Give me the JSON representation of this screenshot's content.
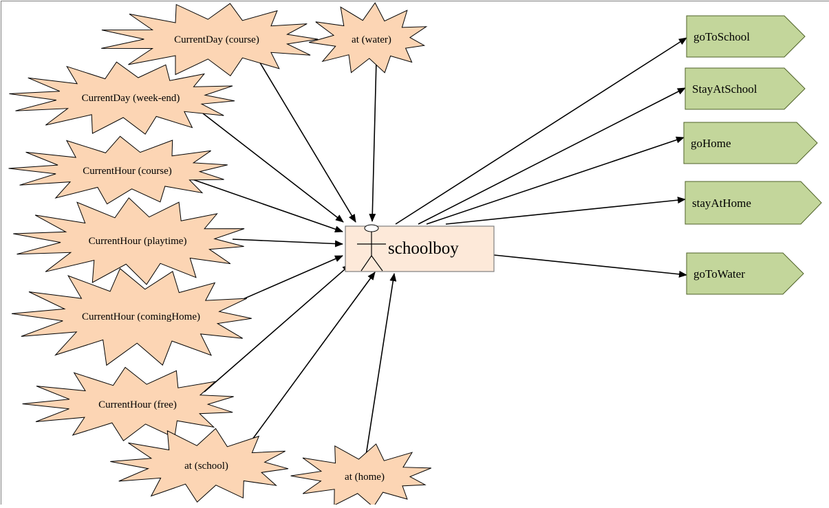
{
  "agent": {
    "label": "schoolboy"
  },
  "events": [
    {
      "id": "currentday-course",
      "label": "CurrentDay (course)"
    },
    {
      "id": "at-water",
      "label": "at (water)"
    },
    {
      "id": "currentday-weekend",
      "label": "CurrentDay (week-end)"
    },
    {
      "id": "currenthour-course",
      "label": "CurrentHour (course)"
    },
    {
      "id": "currenthour-playtime",
      "label": "CurrentHour (playtime)"
    },
    {
      "id": "currenthour-cominghome",
      "label": "CurrentHour (comingHome)"
    },
    {
      "id": "currenthour-free",
      "label": "CurrentHour (free)"
    },
    {
      "id": "at-school",
      "label": "at (school)"
    },
    {
      "id": "at-home",
      "label": "at (home)"
    }
  ],
  "actions": [
    {
      "id": "gotoschool",
      "label": "goToSchool"
    },
    {
      "id": "stayatschool",
      "label": "StayAtSchool"
    },
    {
      "id": "gohome",
      "label": "goHome"
    },
    {
      "id": "stayathome",
      "label": "stayAtHome"
    },
    {
      "id": "gotowater",
      "label": "goToWater"
    }
  ],
  "colors": {
    "event_fill": "#fcd5b4",
    "agent_fill": "#fde9d9",
    "action_fill": "#c3d69b",
    "stroke": "#000000"
  }
}
